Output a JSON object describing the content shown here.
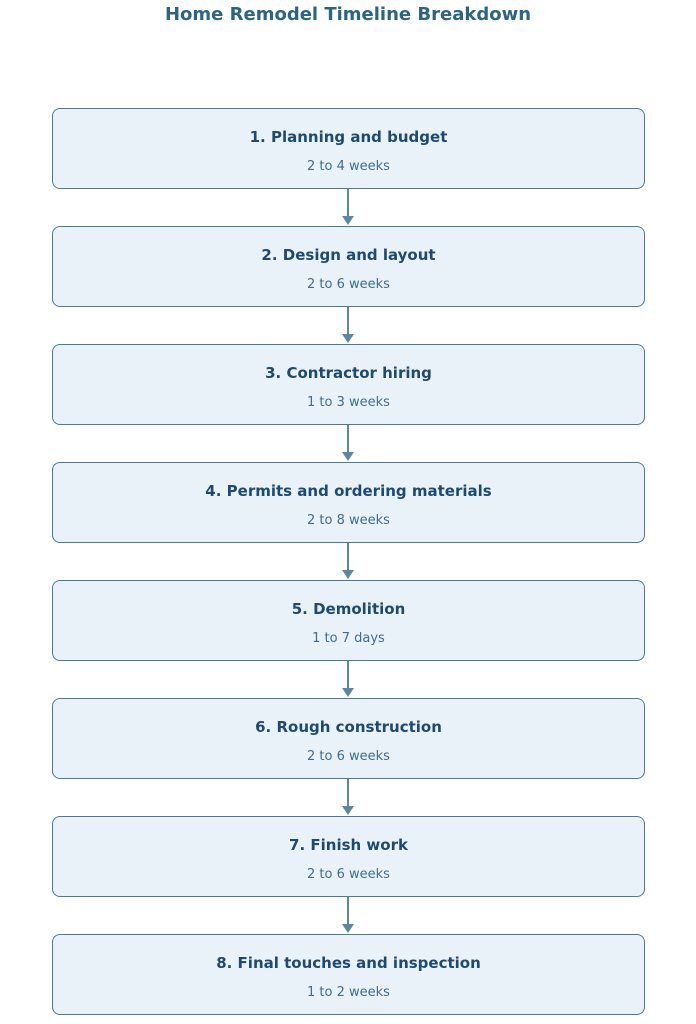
{
  "title": "Home Remodel Timeline Breakdown",
  "colors": {
    "box_fill": "#eaf2f9",
    "box_border": "#4a7a95",
    "title": "#2a6583",
    "step_title": "#1c4a72",
    "duration": "#3d6d90",
    "arrow": "#5a88a2"
  },
  "steps": [
    {
      "title": "1. Planning and budget",
      "duration": "2 to 4 weeks"
    },
    {
      "title": "2. Design and layout",
      "duration": "2 to 6 weeks"
    },
    {
      "title": "3. Contractor hiring",
      "duration": "1 to 3 weeks"
    },
    {
      "title": "4. Permits and ordering materials",
      "duration": "2 to 8 weeks"
    },
    {
      "title": "5. Demolition",
      "duration": "1 to 7 days"
    },
    {
      "title": "6. Rough construction",
      "duration": "2 to 6 weeks"
    },
    {
      "title": "7. Finish work",
      "duration": "2 to 6 weeks"
    },
    {
      "title": "8. Final touches and inspection",
      "duration": "1 to 2 weeks"
    }
  ]
}
